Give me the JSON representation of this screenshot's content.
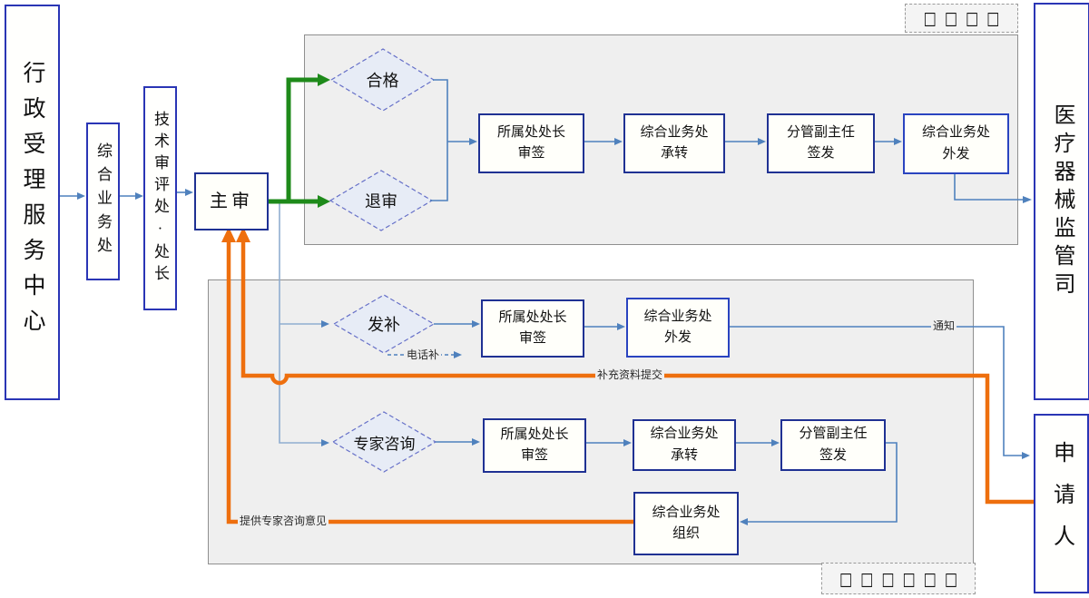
{
  "nodes": {
    "admin_center": "行政受理服务中心",
    "zonghe_chu": "综合业务处",
    "jishu_chu": "技术审评处·处长",
    "zhushen": "主审",
    "jianguan_si": "医疗器械监管司",
    "shenqing_ren": "申请人",
    "d_hege": "合格",
    "d_tuishen": "退审",
    "d_fabu": "发补",
    "d_zhuanjia": "专家咨询",
    "top_shenqian": "所属处处长\n审签",
    "top_chengzhuan": "综合业务处\n承转",
    "top_qianfa": "分管副主任\n签发",
    "top_waifa": "综合业务处\n外发",
    "mid_shenqian": "所属处处长\n审签",
    "mid_waifa": "综合业务处\n外发",
    "low_shenqian": "所属处处长\n审签",
    "low_chengzhuan": "综合业务处\n承转",
    "low_qianfa": "分管副主任\n签发",
    "low_zuzhi": "综合业务处\n组织"
  },
  "edge_labels": {
    "tongzhi": "通知",
    "dianhua_bu": "电话补",
    "buchong_ziliao": "补充资料提交",
    "tigong_yijian": "提供专家咨询意见"
  },
  "legend": {
    "top_placeholder": "□□□□",
    "bottom_placeholder": "□□□□□□"
  },
  "colors": {
    "approve_flow_green": "#1e8a1a",
    "applicant_flow_orange": "#ee6f0e",
    "connector_blue": "#4f81bd",
    "box_border_navy": "#1f3193",
    "diamond_border": "#6670c8",
    "diamond_fill": "#e7ecf6",
    "panel_fill": "#efefef"
  }
}
